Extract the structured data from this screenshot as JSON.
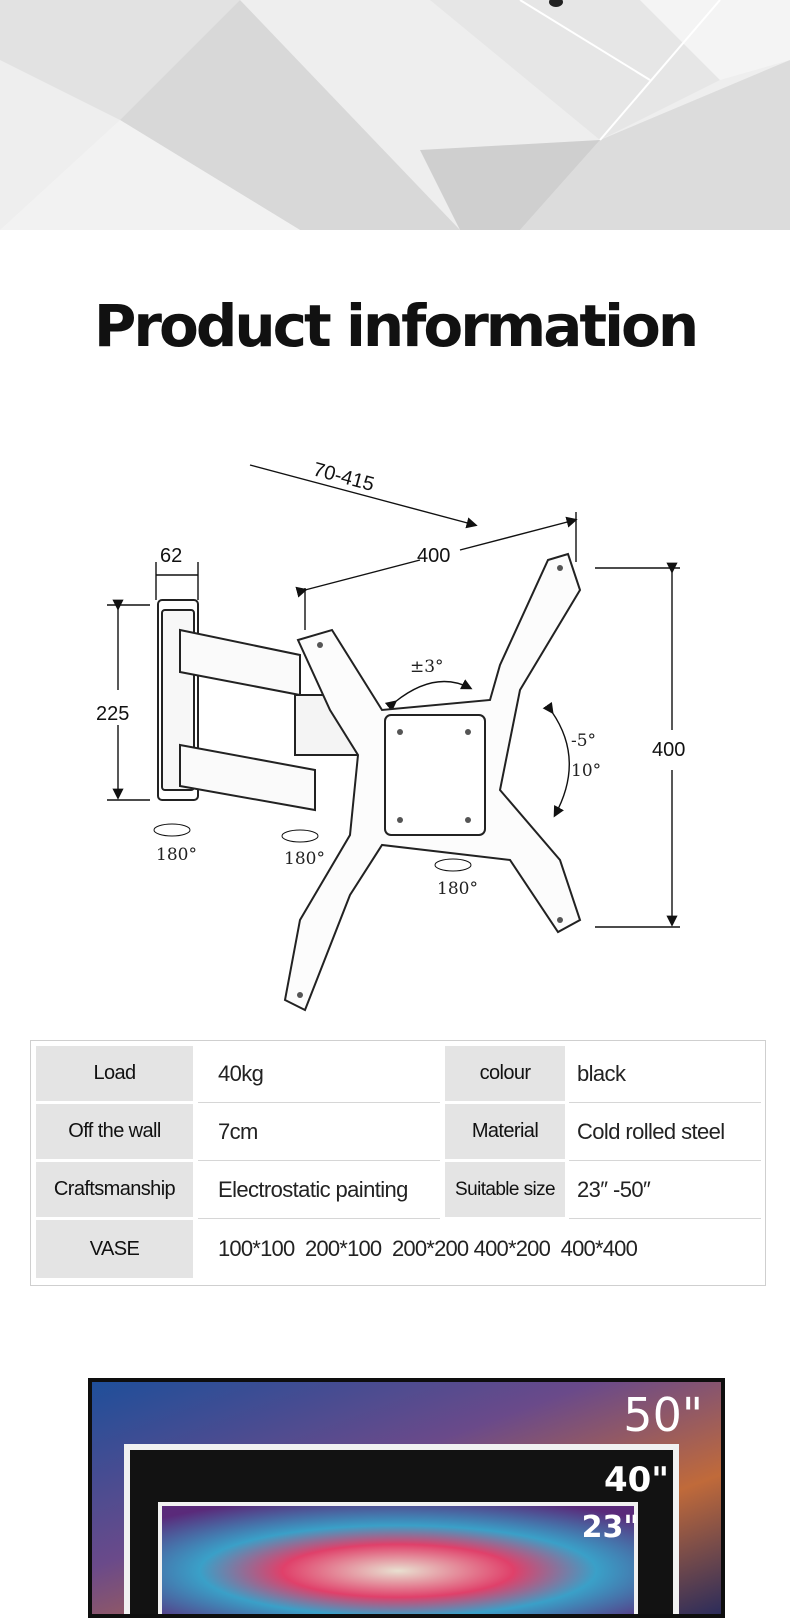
{
  "title": "Product information",
  "diagram": {
    "arm_extension": "70-415",
    "mount_width": "400",
    "wall_plate_depth": "62",
    "wall_plate_height": "225",
    "mount_height": "400",
    "rotation_label": "±3°",
    "tilt_up": "-5°",
    "tilt_down": "10°",
    "swivel_wall": "180°",
    "swivel_arm": "180°",
    "swivel_plate": "180°"
  },
  "specs": {
    "load_label": "Load",
    "load_value": "40kg",
    "off_wall_label": "Off the wall",
    "off_wall_value": "7cm",
    "craft_label": "Craftsmanship",
    "craft_value": "Electrostatic painting",
    "vase_label": "VASE",
    "vase_value": "100*100  200*100  200*200 400*200  400*400",
    "colour_label": "colour",
    "colour_value": "black",
    "material_label": "Material",
    "material_value": "Cold rolled steel",
    "size_label": "Suitable size",
    "size_value": "23″  -50″"
  },
  "tv_sizes": {
    "large": "50\"",
    "medium": "40\"",
    "small": "23\""
  },
  "colors": {
    "label_bg": "#e4e4e4",
    "border": "#cfcfcf",
    "bracket": "#222222"
  }
}
